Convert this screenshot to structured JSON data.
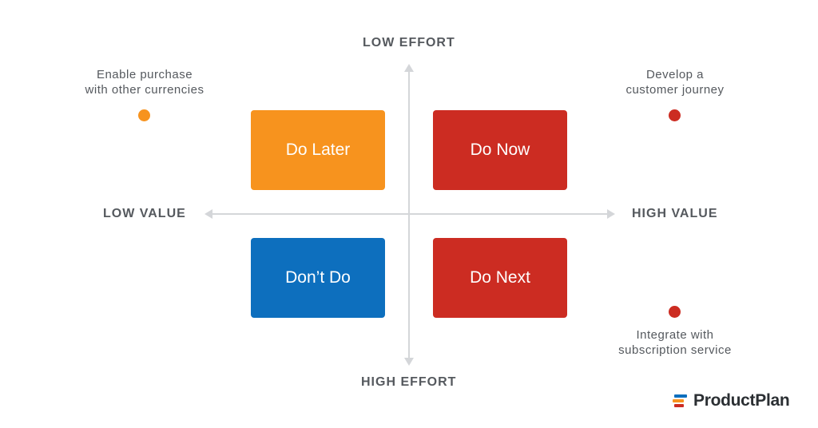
{
  "axes": {
    "top": "LOW EFFORT",
    "bottom": "HIGH EFFORT",
    "left": "LOW VALUE",
    "right": "HIGH VALUE",
    "line_color": "#d4d6d9"
  },
  "quadrants": {
    "do_later": {
      "label": "Do Later",
      "color": "#f7931e"
    },
    "do_now": {
      "label": "Do Now",
      "color": "#cc2c22"
    },
    "dont_do": {
      "label": "Don’t Do",
      "color": "#0d6fbe"
    },
    "do_next": {
      "label": "Do Next",
      "color": "#cc2c22"
    }
  },
  "notes": {
    "top_left": {
      "line1": "Enable purchase",
      "line2": "with other currencies",
      "dot_color": "#f7931e"
    },
    "top_right": {
      "line1": "Develop a",
      "line2": "customer journey",
      "dot_color": "#cc2c22"
    },
    "bottom_right": {
      "line1": "Integrate with",
      "line2": "subscription service",
      "dot_color": "#cc2c22"
    }
  },
  "brand": {
    "name": "ProductPlan",
    "mark_colors": [
      "#0d6fbe",
      "#f7931e",
      "#cc2c22"
    ]
  }
}
